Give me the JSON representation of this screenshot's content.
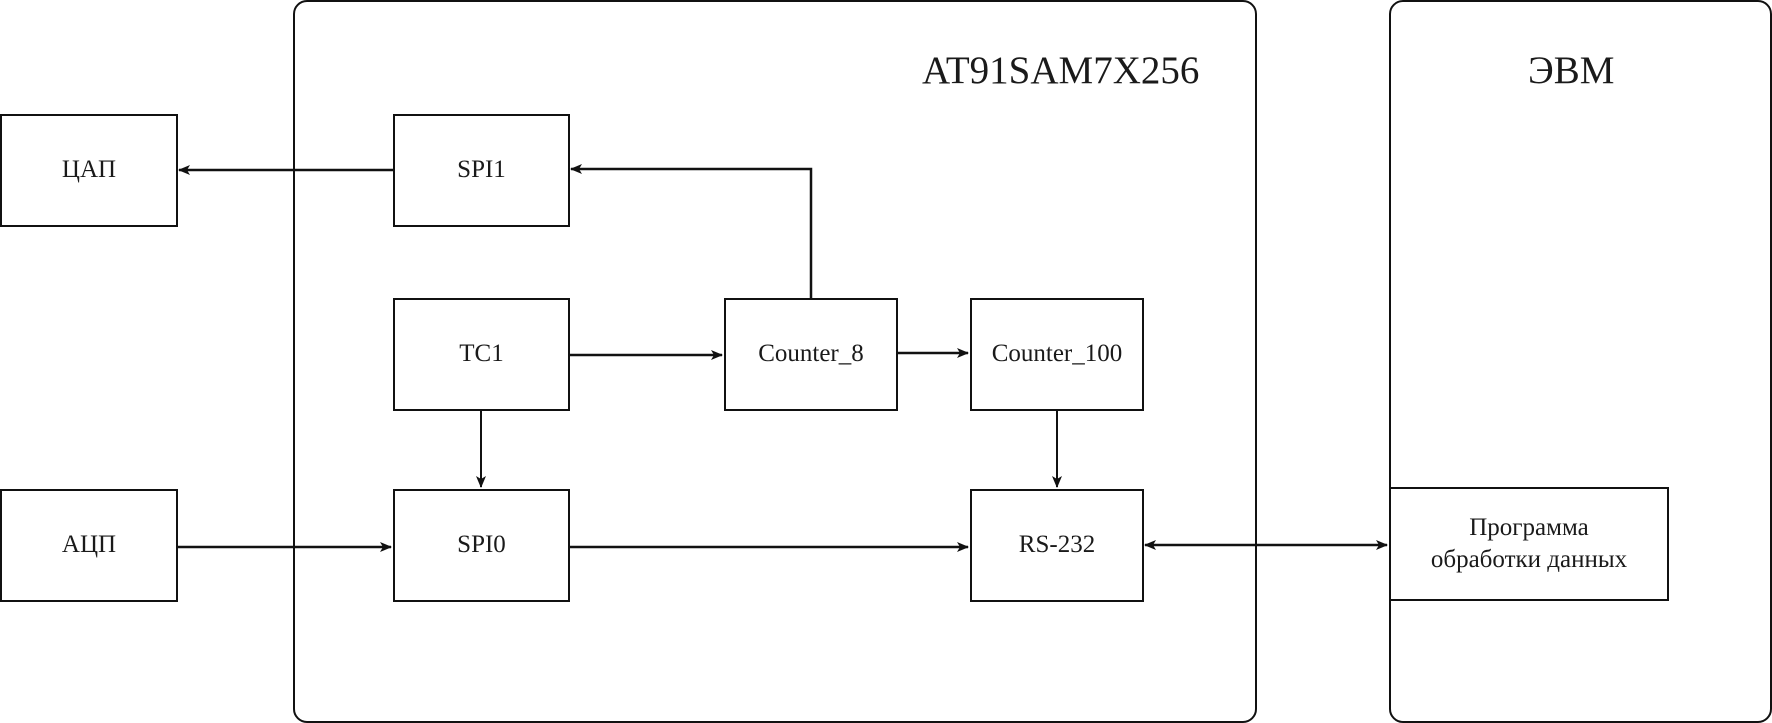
{
  "diagram": {
    "containers": {
      "mcu": {
        "label": "AT91SAM7X256"
      },
      "pc": {
        "label": "ЭВМ"
      }
    },
    "blocks": {
      "dac": {
        "label": "ЦАП"
      },
      "adc": {
        "label": "АЦП"
      },
      "spi1": {
        "label": "SPI1"
      },
      "spi0": {
        "label": "SPI0"
      },
      "tc1": {
        "label": "TC1"
      },
      "counter8": {
        "label": "Counter_8"
      },
      "counter100": {
        "label": "Counter_100"
      },
      "rs232": {
        "label": "RS-232"
      },
      "program": {
        "label": "Программа обработки данных",
        "line1": "Программа",
        "line2": "обработки данных"
      }
    },
    "connections": [
      {
        "from": "spi1",
        "to": "dac",
        "direction": "one-way"
      },
      {
        "from": "counter8",
        "to": "spi1",
        "direction": "one-way"
      },
      {
        "from": "tc1",
        "to": "counter8",
        "direction": "one-way"
      },
      {
        "from": "counter8",
        "to": "counter100",
        "direction": "one-way"
      },
      {
        "from": "tc1",
        "to": "spi0",
        "direction": "one-way"
      },
      {
        "from": "counter100",
        "to": "rs232",
        "direction": "one-way"
      },
      {
        "from": "adc",
        "to": "spi0",
        "direction": "one-way"
      },
      {
        "from": "spi0",
        "to": "rs232",
        "direction": "one-way"
      },
      {
        "from": "rs232",
        "to": "program",
        "direction": "two-way"
      }
    ]
  }
}
